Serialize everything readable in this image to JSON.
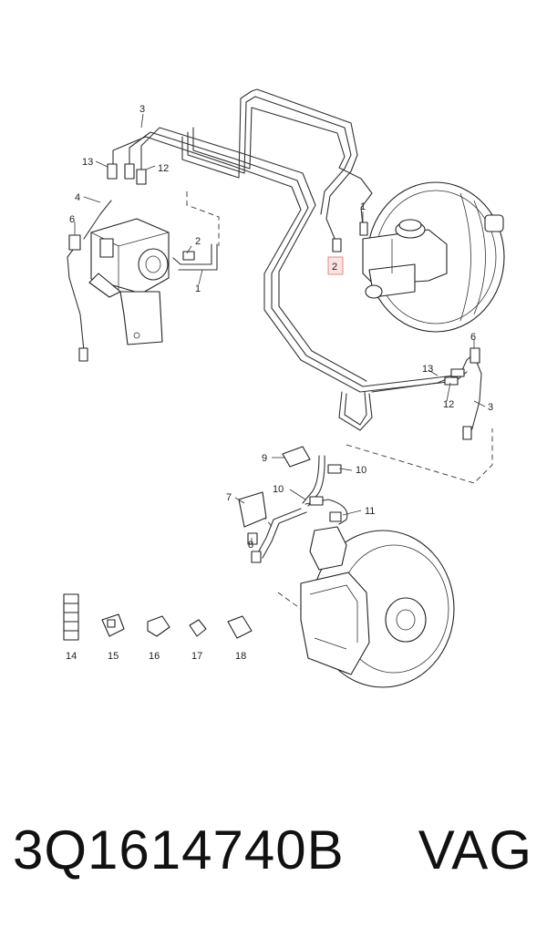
{
  "callouts": {
    "c1a": "1",
    "c1b": "1",
    "c2a": "2",
    "c2b": "2",
    "c3a": "3",
    "c3b": "3",
    "c4": "4",
    "c6a": "6",
    "c6b": "6",
    "c7": "7",
    "c8": "8",
    "c9": "9",
    "c10a": "10",
    "c10b": "10",
    "c11": "11",
    "c12a": "12",
    "c12b": "12",
    "c13a": "13",
    "c13b": "13",
    "c14": "14",
    "c15": "15",
    "c16": "16",
    "c17": "17",
    "c18": "18"
  },
  "highlight_color": "#e88888",
  "footer": {
    "part_number": "3Q1614740B",
    "brand": "VAG"
  }
}
